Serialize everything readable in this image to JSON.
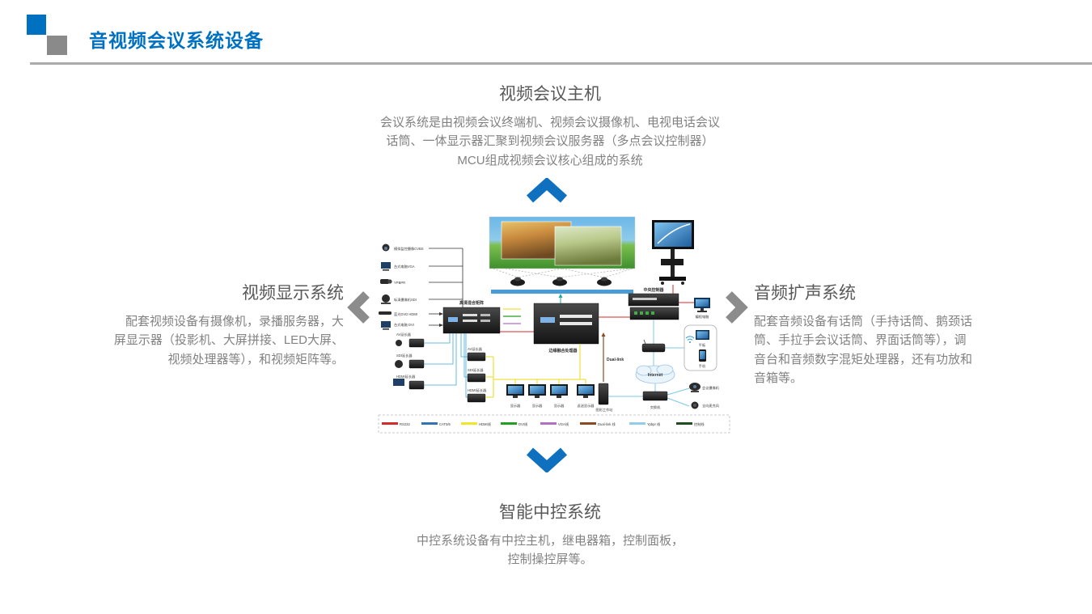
{
  "header": {
    "title": "音视频会议系统设备"
  },
  "colors": {
    "accent": "#0070C0",
    "chevron_blue": "#0F70C0",
    "chevron_gray": "#8C8C8C",
    "heading_gray": "#595959",
    "body_gray": "#828282"
  },
  "sections": {
    "top": {
      "heading": "视频会议主机",
      "body": "会议系统是由视频会议终端机、视频会议摄像机、电视电话会议\n话筒、一体显示器汇聚到视频会议服务器（多点会议控制器）\nMCU组成视频会议核心组成的系统"
    },
    "left": {
      "heading": "视频显示系统",
      "body": "配套视频设备有摄像机，录播服务器，大\n屏显示器（投影机、大屏拼接、LED大屏、\n视频处理器等），和视频矩阵等。"
    },
    "right": {
      "heading": "音频扩声系统",
      "body": "配套音频设备有话筒（手持话筒、鹅颈话\n筒、手拉手会议话筒、界面话筒等），调\n音台和音频数字混矩处理器，还有功放和\n音箱等。"
    },
    "bottom": {
      "heading": "智能中控系统",
      "body": "中控系统设备有中控主机，继电器箱，控制面板，\n控制操控屏等。"
    }
  },
  "diagram": {
    "sources": [
      "模拟监控摄像CVBS",
      "台式电脑VGA",
      "YPBPR",
      "标清摄像机SDI",
      "蓝光DVD HDMI",
      "台式电脑 DVI"
    ],
    "matrix_label": "高清混合矩阵",
    "processor_label": "边缘融合处理器",
    "extender_pairs": [
      "AV延长器",
      "SDI延长器",
      "HDMI延长器"
    ],
    "extender_boxes": [
      "AV延长器",
      "SDI延长器",
      "HDMI延长器"
    ],
    "monitors": [
      "显示器",
      "显示器",
      "显示器",
      "返送显示器"
    ],
    "workstation_label": "图形工作站",
    "duallink_label": "Dual-link",
    "controller_label": "中央控制器",
    "pc_label": "编程电脑",
    "tablet_label": "平板",
    "phone_label": "手机",
    "internet_label": "Internet",
    "switch_label": "交换机",
    "camera_label": "会议摄像机",
    "mic_label": "全向麦克风",
    "legend": [
      {
        "label": "RS232",
        "color": "#D42A2A"
      },
      {
        "label": "CAT5/6",
        "color": "#2E75B6"
      },
      {
        "label": "HDMI线",
        "color": "#EFE52E"
      },
      {
        "label": "DVI线",
        "color": "#21A121"
      },
      {
        "label": "VGA线",
        "color": "#B16FC9"
      },
      {
        "label": "Dual-link 线",
        "color": "#8A4B20"
      },
      {
        "label": "Ypbpr 线",
        "color": "#92CDEC"
      },
      {
        "label": "控制线",
        "color": "#1E4D1E"
      }
    ]
  }
}
